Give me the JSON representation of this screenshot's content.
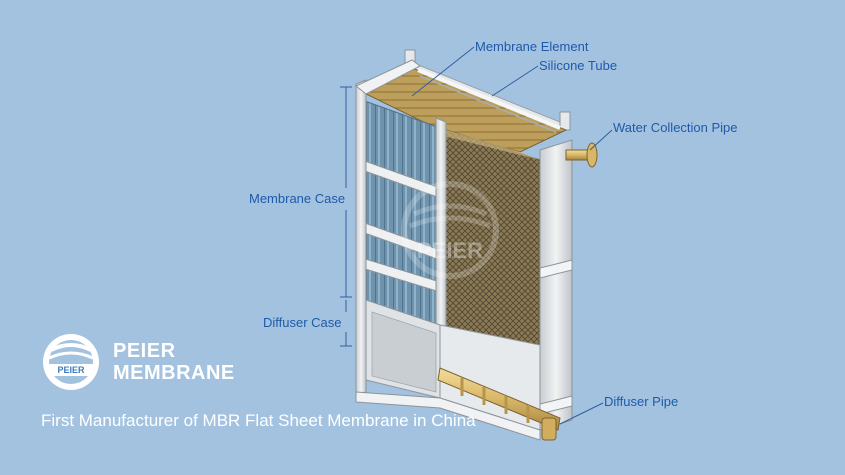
{
  "labels": {
    "membrane_element": "Membrane Element",
    "silicone_tube": "Silicone Tube",
    "water_collection_pipe": "Water Collection Pipe",
    "membrane_case": "Membrane Case",
    "diffuser_case": "Diffuser Case",
    "diffuser_pipe": "Diffuser Pipe"
  },
  "brand": {
    "logo_text": "PEIER",
    "name_line1": "PEIER",
    "name_line2": "MEMBRANE",
    "tagline": "First Manufacturer of MBR Flat Sheet Membrane in China",
    "watermark_text": "PEIER"
  },
  "colors": {
    "background": "#a3c2e0",
    "label_text": "#1f5aa8",
    "leader_line": "#2f5f9e",
    "frame_steel": "#d9dde0",
    "membrane_panel": "#6f93ad",
    "membrane_top": "#b89a55",
    "mesh": "#7a6a48",
    "brand_white": "#ffffff"
  }
}
